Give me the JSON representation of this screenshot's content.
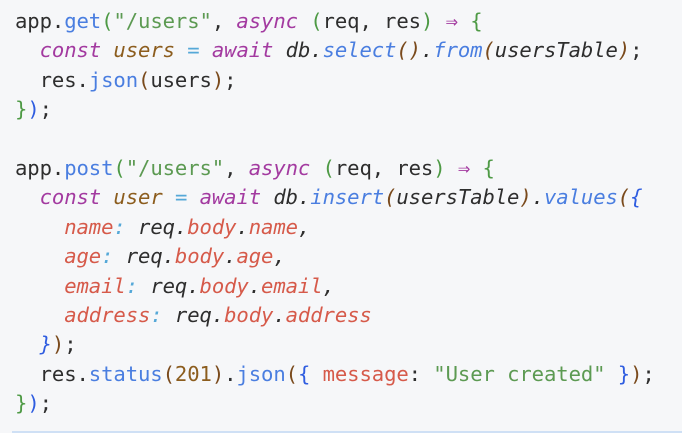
{
  "code": {
    "lines": [
      [
        [
          "app.",
          ""
        ],
        [
          "get",
          "m"
        ],
        [
          "(",
          "g"
        ],
        [
          "\"/users\"",
          "s"
        ],
        [
          ", ",
          ""
        ],
        [
          "async",
          "k i"
        ],
        [
          " ",
          ""
        ],
        [
          "(",
          "g"
        ],
        [
          "req, res",
          ""
        ],
        [
          ")",
          "g"
        ],
        [
          " ",
          ""
        ],
        [
          "⇒",
          "k"
        ],
        [
          " ",
          ""
        ],
        [
          "{",
          "g"
        ]
      ],
      [
        [
          "  ",
          ""
        ],
        [
          "const",
          "k i"
        ],
        [
          " ",
          ""
        ],
        [
          "users",
          "v i"
        ],
        [
          " ",
          ""
        ],
        [
          "=",
          "o"
        ],
        [
          " ",
          ""
        ],
        [
          "await",
          "k i"
        ],
        [
          " db.",
          "i"
        ],
        [
          "select",
          "m i"
        ],
        [
          "()",
          "b i"
        ],
        [
          ".",
          "i"
        ],
        [
          "from",
          "m i"
        ],
        [
          "(",
          "b i"
        ],
        [
          "usersTable",
          "i"
        ],
        [
          ")",
          "b i"
        ],
        [
          ";",
          ""
        ]
      ],
      [
        [
          "  res.",
          ""
        ],
        [
          "json",
          "m"
        ],
        [
          "(",
          "b"
        ],
        [
          "users",
          ""
        ],
        [
          ")",
          "b"
        ],
        [
          ";",
          ""
        ]
      ],
      [
        [
          "}",
          "g"
        ],
        [
          ")",
          "u"
        ],
        [
          ";",
          ""
        ]
      ],
      [],
      [
        [
          "app.",
          ""
        ],
        [
          "post",
          "m"
        ],
        [
          "(",
          "g"
        ],
        [
          "\"/users\"",
          "s"
        ],
        [
          ", ",
          ""
        ],
        [
          "async",
          "k i"
        ],
        [
          " ",
          ""
        ],
        [
          "(",
          "g"
        ],
        [
          "req, res",
          ""
        ],
        [
          ")",
          "g"
        ],
        [
          " ",
          ""
        ],
        [
          "⇒",
          "k"
        ],
        [
          " ",
          ""
        ],
        [
          "{",
          "g"
        ]
      ],
      [
        [
          "  ",
          ""
        ],
        [
          "const",
          "k i"
        ],
        [
          " ",
          ""
        ],
        [
          "user",
          "v i"
        ],
        [
          " ",
          ""
        ],
        [
          "=",
          "o"
        ],
        [
          " ",
          ""
        ],
        [
          "await",
          "k i"
        ],
        [
          " db.",
          "i"
        ],
        [
          "insert",
          "m i"
        ],
        [
          "(",
          "b i"
        ],
        [
          "usersTable",
          "i"
        ],
        [
          ")",
          "b i"
        ],
        [
          ".",
          "i"
        ],
        [
          "values",
          "m i"
        ],
        [
          "(",
          "b i"
        ],
        [
          "{",
          "u i"
        ]
      ],
      [
        [
          "    ",
          ""
        ],
        [
          "name",
          "p i"
        ],
        [
          ":",
          "o i"
        ],
        [
          " req.",
          "i"
        ],
        [
          "body",
          "p i"
        ],
        [
          ".",
          "i"
        ],
        [
          "name",
          "p i"
        ],
        [
          ",",
          "i"
        ]
      ],
      [
        [
          "    ",
          ""
        ],
        [
          "age",
          "p i"
        ],
        [
          ":",
          "o i"
        ],
        [
          " req.",
          "i"
        ],
        [
          "body",
          "p i"
        ],
        [
          ".",
          "i"
        ],
        [
          "age",
          "p i"
        ],
        [
          ",",
          "i"
        ]
      ],
      [
        [
          "    ",
          ""
        ],
        [
          "email",
          "p i"
        ],
        [
          ":",
          "o i"
        ],
        [
          " req.",
          "i"
        ],
        [
          "body",
          "p i"
        ],
        [
          ".",
          "i"
        ],
        [
          "email",
          "p i"
        ],
        [
          ",",
          "i"
        ]
      ],
      [
        [
          "    ",
          ""
        ],
        [
          "address",
          "p i"
        ],
        [
          ":",
          "o i"
        ],
        [
          " req.",
          "i"
        ],
        [
          "body",
          "p i"
        ],
        [
          ".",
          "i"
        ],
        [
          "address",
          "p i"
        ]
      ],
      [
        [
          "  ",
          ""
        ],
        [
          "}",
          "u i"
        ],
        [
          ")",
          "b"
        ],
        [
          ";",
          ""
        ]
      ],
      [
        [
          "  res.",
          ""
        ],
        [
          "status",
          "m"
        ],
        [
          "(",
          "b"
        ],
        [
          "201",
          "v"
        ],
        [
          ")",
          "b"
        ],
        [
          ".",
          ""
        ],
        [
          "json",
          "m"
        ],
        [
          "(",
          "b"
        ],
        [
          "{",
          "u"
        ],
        [
          " ",
          ""
        ],
        [
          "message",
          "p"
        ],
        [
          ":",
          ""
        ],
        [
          " ",
          ""
        ],
        [
          "\"User created\"",
          "s"
        ],
        [
          " ",
          ""
        ],
        [
          "}",
          "u"
        ],
        [
          ")",
          "b"
        ],
        [
          ";",
          ""
        ]
      ],
      [
        [
          "}",
          "g"
        ],
        [
          ")",
          "u"
        ],
        [
          ";",
          ""
        ]
      ]
    ]
  }
}
